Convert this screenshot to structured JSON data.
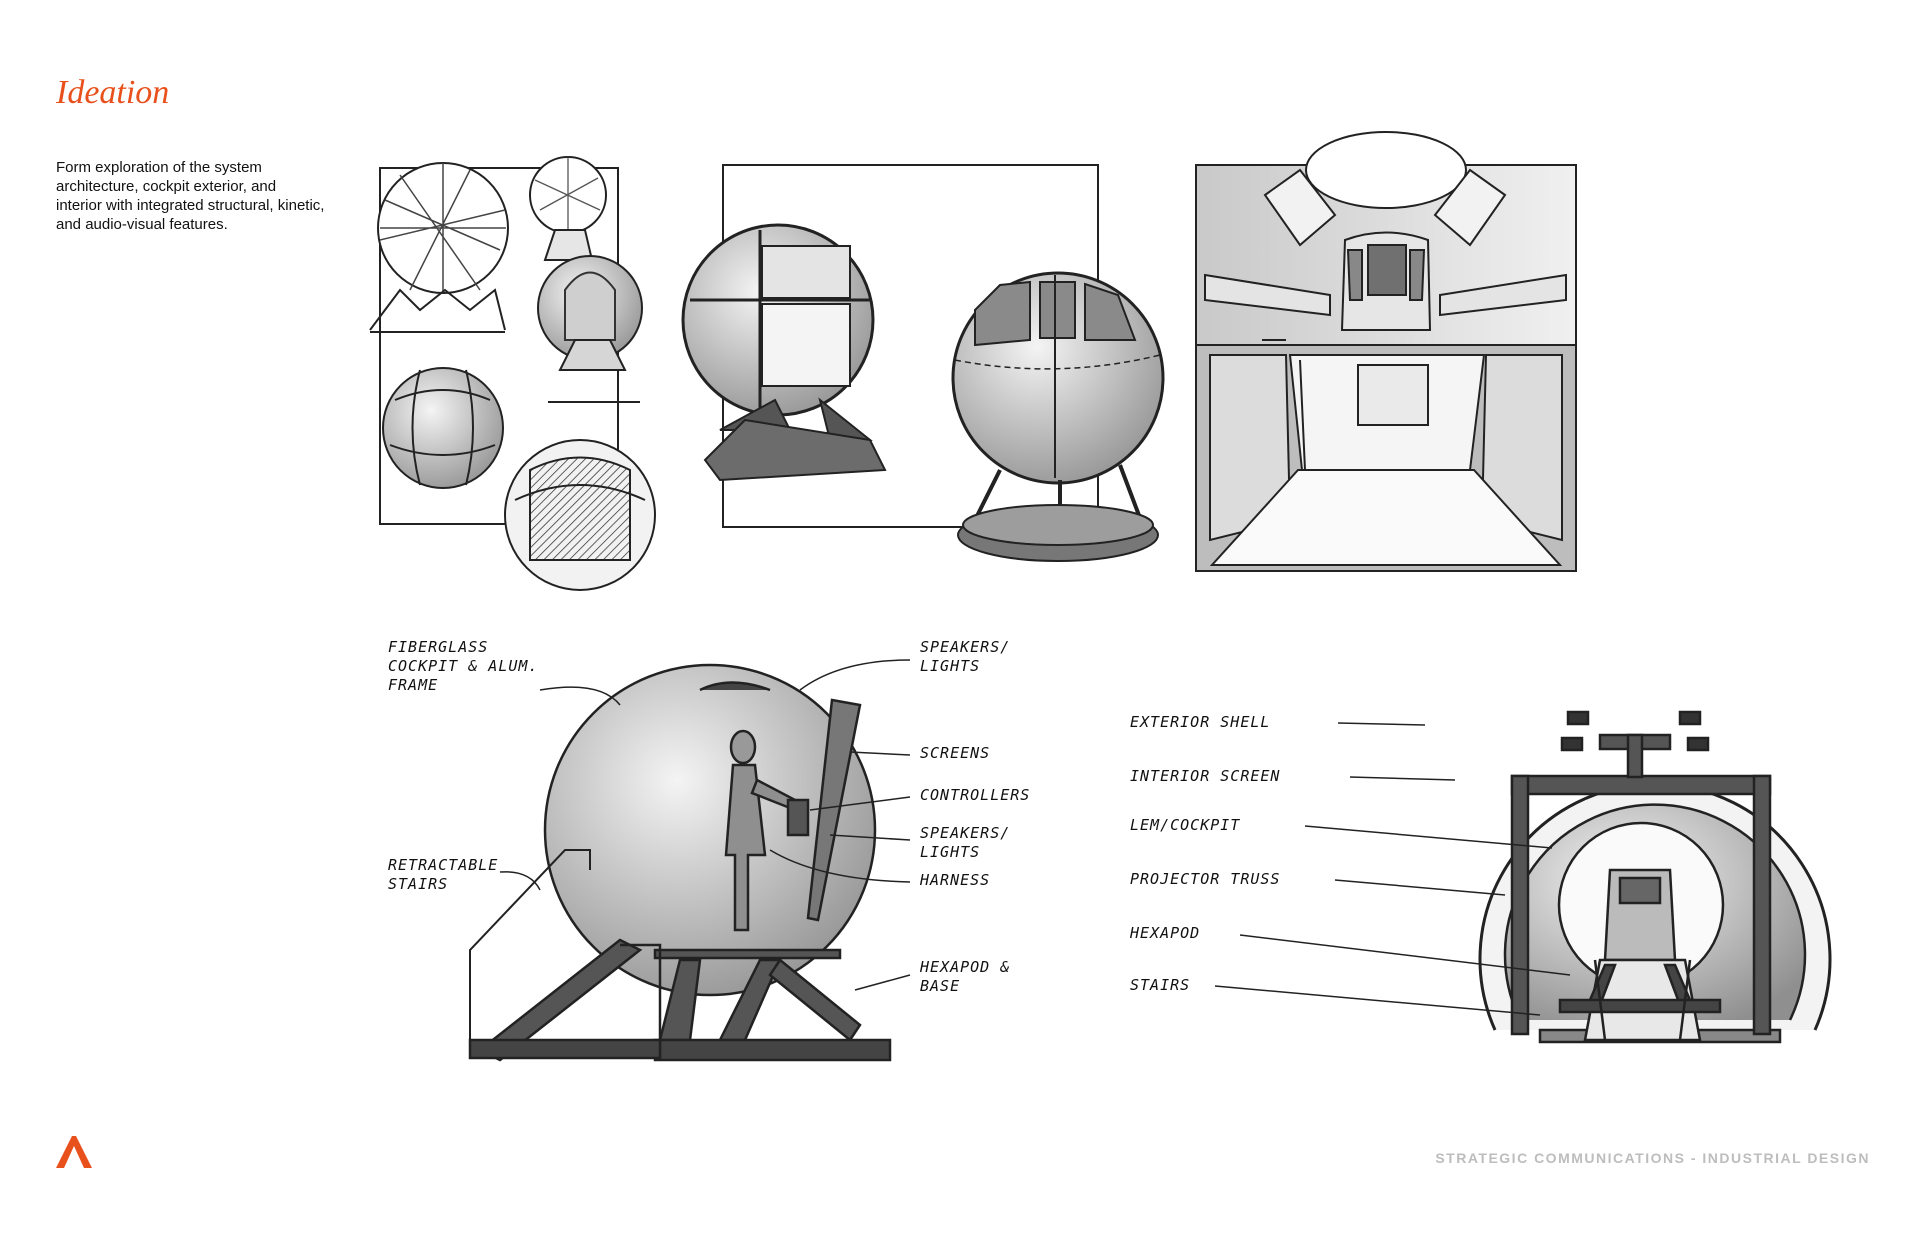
{
  "page": {
    "title": "Ideation",
    "description": "Form exploration of the system architecture, cockpit exterior, and interior with integrated structural, kinetic, and audio-visual features.",
    "footer": "STRATEGIC COMMUNICATIONS - INDUSTRIAL DESIGN",
    "accent_color": "#e8501c",
    "logo_icon": "caret-a-logo-icon"
  },
  "side_view_labels": {
    "frame": [
      "FIBERGLASS",
      "COCKPIT & ALUM.",
      "FRAME"
    ],
    "speakers_top": [
      "SPEAKERS/",
      "LIGHTS"
    ],
    "screens": "SCREENS",
    "controllers": "CONTROLLERS",
    "speakers_mid": [
      "SPEAKERS/",
      "LIGHTS"
    ],
    "harness": "HARNESS",
    "stairs": [
      "RETRACTABLE",
      "STAIRS"
    ],
    "hexapod": [
      "HEXAPOD &",
      "BASE"
    ]
  },
  "front_view_labels": {
    "shell": "EXTERIOR SHELL",
    "screen": "INTERIOR SCREEN",
    "cockpit": "LEM/COCKPIT",
    "truss": "PROJECTOR TRUSS",
    "hexapod": "HEXAPOD",
    "stairs": "STAIRS"
  }
}
